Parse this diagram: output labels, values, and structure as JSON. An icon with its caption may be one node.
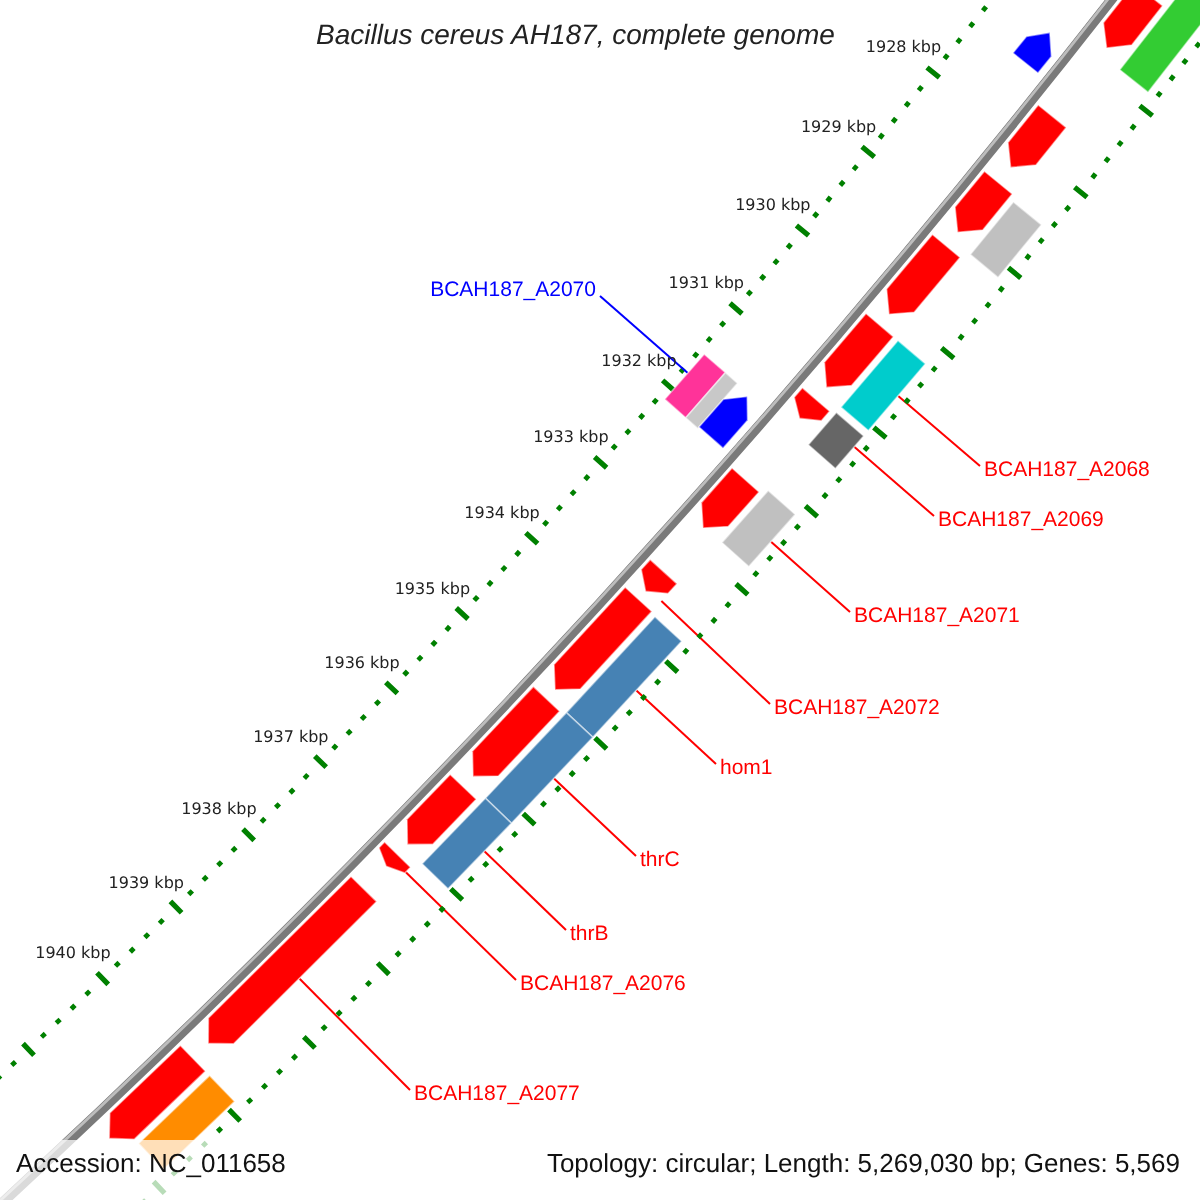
{
  "diagram": {
    "title": "Bacillus cereus AH187, complete genome",
    "nodes": [
      {
        "text": [
          "BCAH187_A2070"
        ]
      },
      {
        "text": [],
        "shape": "box"
      },
      {
        "text": [
          "BCAH187_A2068"
        ]
      },
      {
        "text": [],
        "shape": "box"
      },
      {
        "text": [
          "BCAH187_A2069"
        ]
      },
      {
        "text": [],
        "shape": "box"
      },
      {
        "text": [
          "BCAH187_A2071"
        ]
      },
      {
        "text": [],
        "shape": "box"
      },
      {
        "text": [
          "BCAH187_A2072"
        ]
      },
      {
        "text": [],
        "shape": "arrow"
      },
      {
        "text": [
          "hom1"
        ]
      },
      {
        "text": [],
        "shape": "box"
      },
      {
        "text": [
          "thrC"
        ]
      },
      {
        "text": [],
        "shape": "box"
      },
      {
        "text": [
          "thrB"
        ]
      },
      {
        "text": [],
        "shape": "box"
      },
      {
        "text": [
          "BCAH187_A2076"
        ]
      },
      {
        "text": [],
        "shape": "arrow"
      },
      {
        "text": [
          "BCAH187_A2077"
        ]
      },
      {
        "text": [],
        "shape": "arrow"
      },
      {
        "text": [],
        "shape": "box"
      },
      {
        "text": [],
        "shape": "arrow"
      },
      {
        "text": [],
        "shape": "arrow"
      },
      {
        "text": [],
        "shape": "arrow"
      },
      {
        "text": [],
        "shape": "arrow"
      },
      {
        "text": [],
        "shape": "box"
      },
      {
        "text": [],
        "shape": "arrow"
      },
      {
        "text": [],
        "shape": "arrow"
      },
      {
        "text": [],
        "shape": "arrow"
      },
      {
        "text": [],
        "shape": "box"
      },
      {
        "text": [],
        "shape": "arrow"
      },
      {
        "text": [],
        "shape": "arrow"
      },
      {
        "text": [],
        "shape": "arrow"
      },
      {
        "text": [],
        "shape": "arrow"
      },
      {
        "text": [],
        "shape": "arrow"
      },
      {
        "text": [],
        "shape": "arrow"
      },
      {
        "text": [],
        "shape": "box"
      }
    ],
    "edges": [
      {
        "from": 0,
        "to": 1,
        "arrow": "none",
        "color": "#0000ff"
      },
      {
        "from": 2,
        "to": 3,
        "arrow": "none"
      },
      {
        "from": 4,
        "to": 5,
        "arrow": "none"
      },
      {
        "from": 6,
        "to": 7,
        "arrow": "none"
      },
      {
        "from": 8,
        "to": 9,
        "arrow": "none"
      },
      {
        "from": 10,
        "to": 11,
        "arrow": "none"
      },
      {
        "from": 12,
        "to": 13,
        "arrow": "none"
      },
      {
        "from": 14,
        "to": 15,
        "arrow": "none"
      },
      {
        "from": 16,
        "to": 17,
        "arrow": "none"
      },
      {
        "from": 18,
        "to": 19,
        "arrow": "none"
      }
    ],
    "labels": [
      "1928 kbp",
      "1929 kbp",
      "1930 kbp",
      "1931 kbp",
      "1932 kbp",
      "1933 kbp",
      "1934 kbp",
      "1935 kbp",
      "1936 kbp",
      "1937 kbp",
      "1938 kbp",
      "1939 kbp",
      "1940 kbp",
      "Accession: NC_011658",
      "Topology: circular; Length: 5,269,030 bp; Genes: 5,569"
    ]
  }
}
